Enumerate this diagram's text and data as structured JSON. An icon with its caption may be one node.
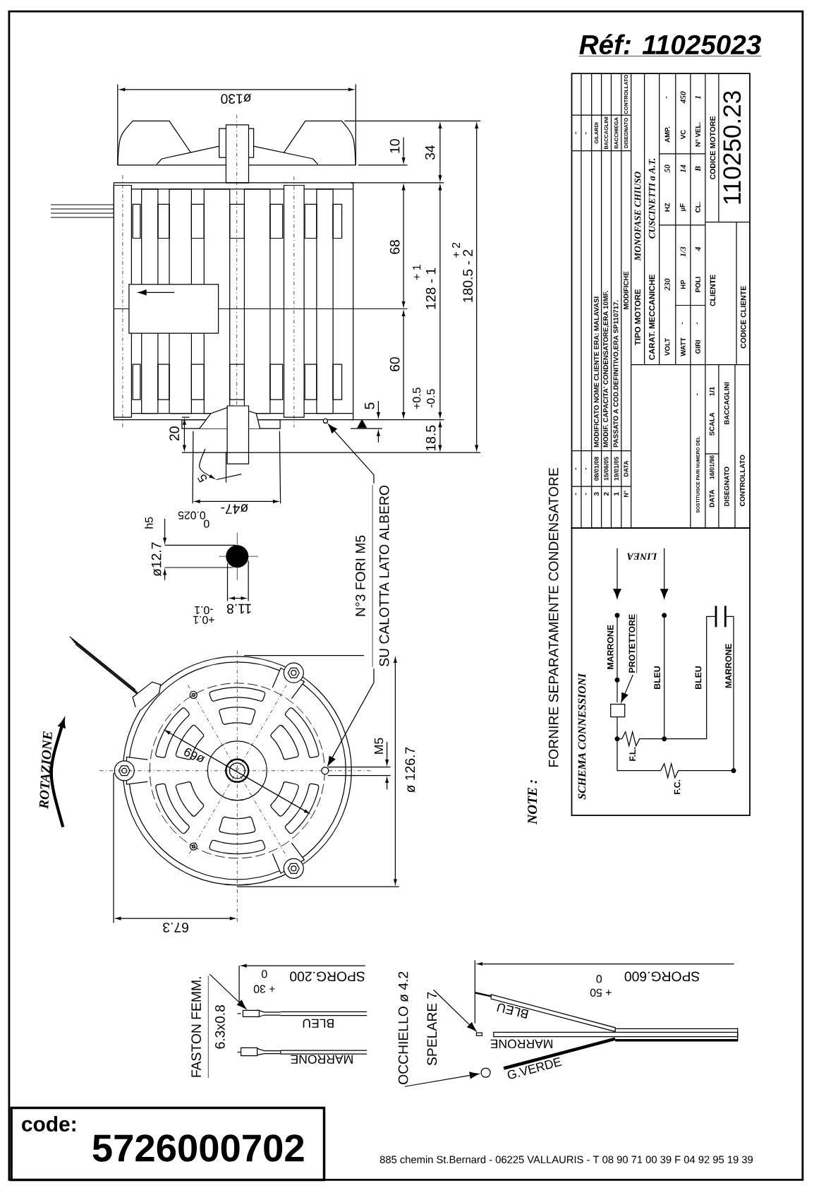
{
  "diagram": {
    "title": "Réf: 11025023",
    "nodes": [
      {
        "text": [
          "N°3 FORI M5",
          "SU CALOTTA LATO ALBERO"
        ]
      },
      {
        "text": [],
        "shape": "circle"
      },
      {
        "text": [],
        "shape": "circle"
      },
      {
        "text": [
          "FASTON FEMM.",
          "6.3x0.8"
        ]
      },
      {
        "text": [],
        "shape": "box"
      },
      {
        "text": [
          "SPELARE 7"
        ]
      },
      {
        "text": [],
        "shape": "box"
      },
      {
        "text": [
          "OCCHIELLO ø 4.2"
        ]
      },
      {
        "text": [],
        "shape": "circle"
      },
      {
        "text": [
          "PROTETTORE"
        ]
      },
      {
        "text": [],
        "shape": "box"
      }
    ],
    "edges": [
      {
        "from": 0,
        "to": 1,
        "arrow": "to"
      },
      {
        "from": 0,
        "to": 2,
        "arrow": "to"
      },
      {
        "from": 3,
        "to": 4,
        "arrow": "to"
      },
      {
        "from": 5,
        "to": 6,
        "arrow": "to"
      },
      {
        "from": 7,
        "to": 8,
        "arrow": "to"
      },
      {
        "from": 9,
        "to": 10,
        "arrow": "to"
      }
    ],
    "labels": [
      "ø130",
      "10",
      "34",
      "68",
      "+ 1",
      "128 - 1",
      "+ 2",
      "180.5 - 2",
      "60",
      "+0.5",
      "-0.5",
      "5",
      "18.5",
      "20",
      "5",
      "ø47-",
      "0",
      "0.025",
      "ø12.7",
      "h5",
      "11.8",
      "-0.1",
      "+0.1",
      "M5",
      "ø 126.7",
      "ø69",
      "ROTAZIONE",
      "67.3",
      "NOTE :",
      "FORNIRE SEPARATAMENTE CONDENSATORE",
      "-",
      "-",
      "-",
      "-",
      "-",
      "-",
      "3",
      "08/01/08",
      "MODIFICATO NOME CLIENTE ERA: MALAVASI",
      "GILARDI",
      "2",
      "15/06/05",
      "MODIF. CAPACITA' CONDENSATORE,ERA 10MF.",
      "BACCAGLINI",
      "1",
      "19/01/05",
      "PASSATO A COD.DEFINITIVO,ERA SP110717.",
      "BACCHIEGA",
      "N°",
      "DATA",
      "MODIFICHE",
      "DISEGNATO",
      "CONTROLLATO",
      "TIPO MOTORE",
      "MONOFASE CHIUSO",
      "CARAT. MECCANICHE",
      "CUSCINETTI a A.T.",
      "VOLT",
      "230",
      "HZ",
      "50",
      "AMP.",
      "-",
      "WATT",
      "-",
      "HP",
      "1/3",
      "µF",
      "14",
      "VC",
      "450",
      "GIRI",
      "-",
      "POLI",
      "4",
      "CL.",
      "B",
      "N° VEL.",
      "1",
      "CLIENTE",
      "CODICE MOTORE",
      "110250.23",
      "CODICE CLIENTE",
      "SOSTITUISCE PARI NUMERO DEL",
      "-",
      "DATA",
      "16/01/96",
      "SCALA",
      "1/1",
      "DISEGNATO",
      "BACCAGLINI",
      "CONTROLLATO",
      "SCHEMA CONNESSIONI",
      "LINEA",
      "MARRONE",
      "BLEU",
      "BLEU",
      "MARRONE",
      "F.L.",
      "F.C.",
      "SPORG.200",
      "0",
      "+ 30",
      "BLEU",
      "MARRONE",
      "SPORG.600",
      "0",
      "+ 50",
      "BLEU",
      "MARRONE",
      "G.VERDE",
      "code:",
      "5726000702",
      "885 chemin St.Bernard - 06225 VALLAURIS - T 08 90 71 00 39 F 04 92 95 19 39"
    ]
  }
}
